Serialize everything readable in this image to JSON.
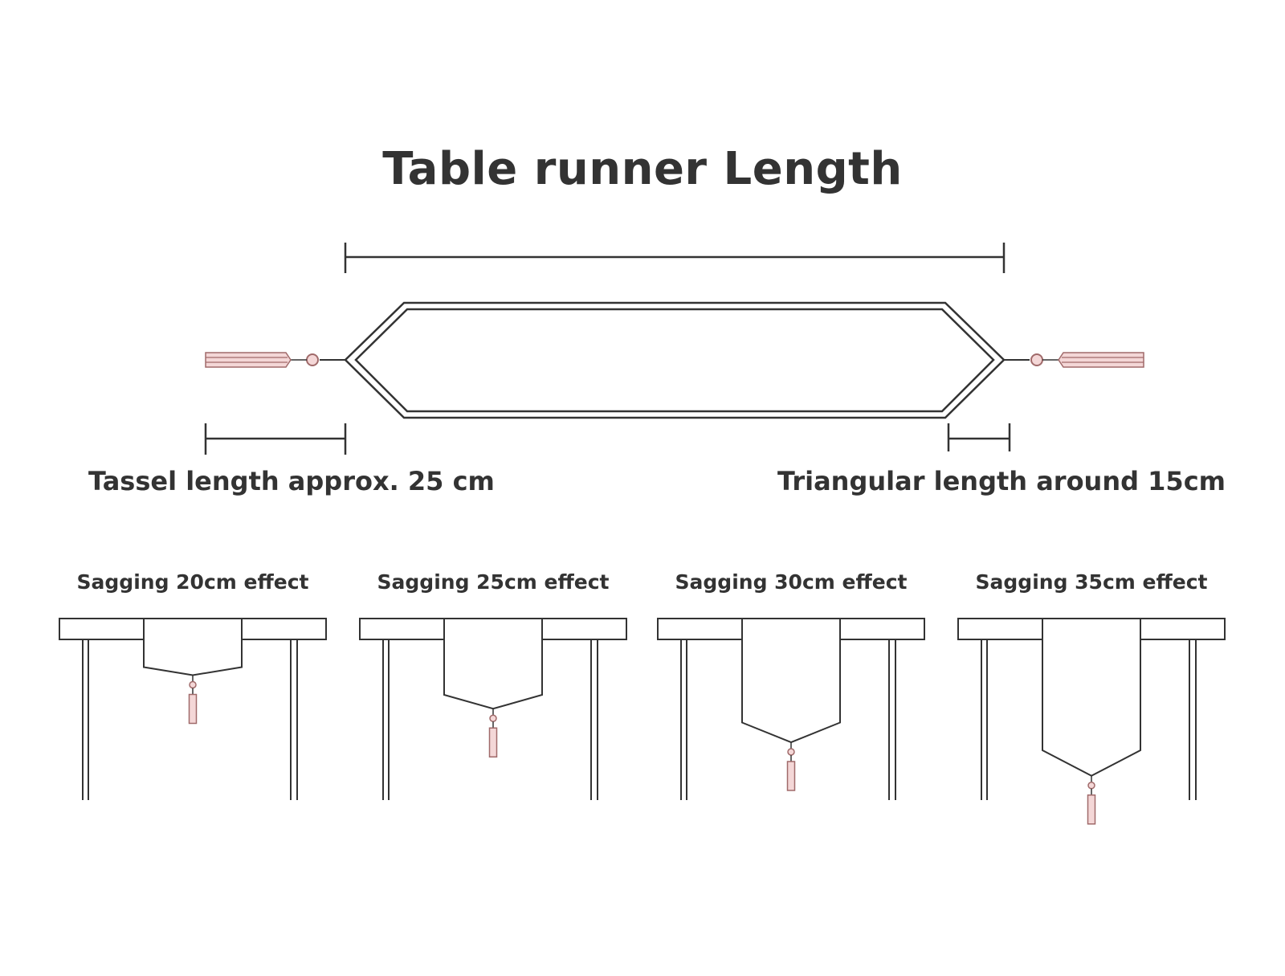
{
  "title": "Table runner Length",
  "labels": {
    "tassel": "Tassel length approx. 25 cm",
    "triangle": "Triangular length around 15cm"
  },
  "sag_examples": [
    {
      "label": "Sagging 20cm effect",
      "sag_cm": 20
    },
    {
      "label": "Sagging 25cm effect",
      "sag_cm": 25
    },
    {
      "label": "Sagging 30cm effect",
      "sag_cm": 30
    },
    {
      "label": "Sagging 35cm effect",
      "sag_cm": 35
    }
  ],
  "colors": {
    "line": "#333333",
    "tassel_fill": "#f4d7d7",
    "tassel_stroke": "#a06a6a",
    "text": "#333333"
  }
}
